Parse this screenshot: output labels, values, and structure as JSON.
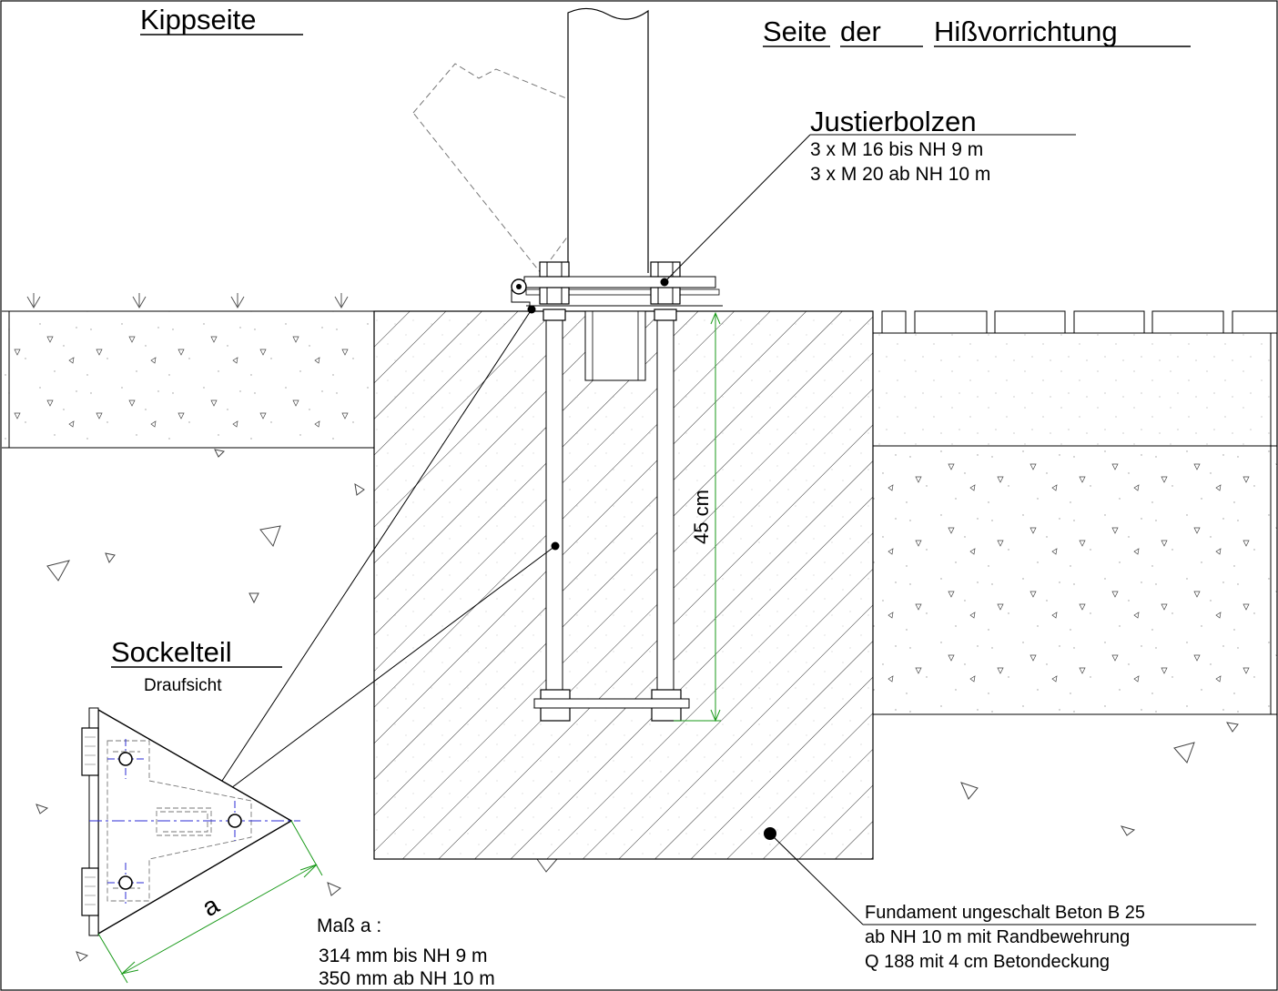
{
  "titles": {
    "left": "Kippseite",
    "right_words": [
      "Seite",
      "der",
      "Hißvorrichtung"
    ]
  },
  "bolts_label": {
    "title": "Justierbolzen",
    "line1": "3 x M 16 bis NH 9 m",
    "line2": "3 x M 20 ab NH 10 m"
  },
  "dimension_depth": "45  cm",
  "base_label": {
    "title": "Sockelteil",
    "subtitle": "Draufsicht"
  },
  "dimension_a": "a",
  "measure_a": {
    "title": "Maß a :",
    "line1": "314 mm bis NH 9 m",
    "line2": "350 mm ab NH 10 m"
  },
  "foundation": {
    "line1": "Fundament  ungeschalt  Beton B 25",
    "line2": "ab NH 10 m mit Randbewehrung",
    "line3": "Q 188 mit 4 cm Betondeckung"
  },
  "colors": {
    "line": "#000000",
    "dimension": "#1a9a1a",
    "axis": "#2b2bd6",
    "hidden": "#777777"
  }
}
